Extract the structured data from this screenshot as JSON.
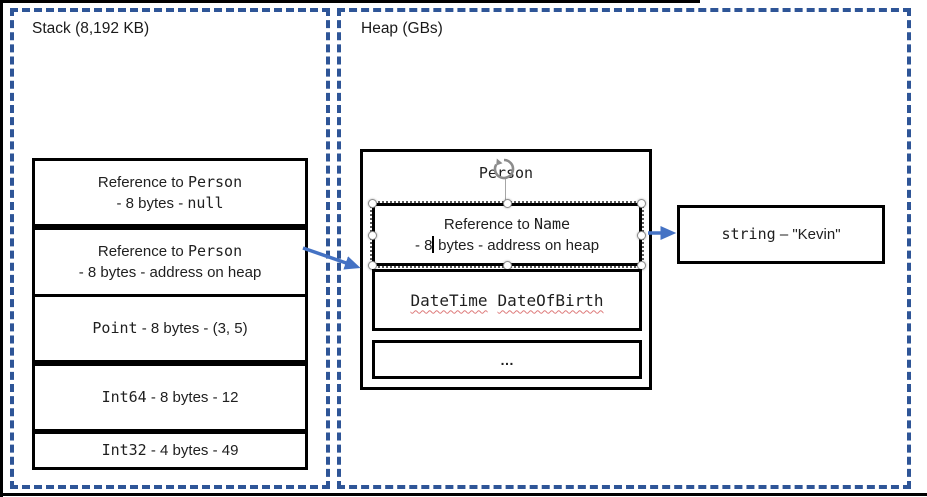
{
  "colors": {
    "dashed_border": "#2e5597",
    "arrow": "#4472c4",
    "box_border": "#000000",
    "squiggle": "#dd7a7a"
  },
  "stack": {
    "title": "Stack (8,192 KB)",
    "boxes": [
      {
        "line1_pre": "Reference to ",
        "line1_code": "Person",
        "line2_pre": "- 8 bytes - ",
        "line2_code": "null"
      },
      {
        "line1_pre": "Reference to ",
        "line1_code": "Person",
        "line2": "- 8 bytes - address on heap"
      },
      {
        "code": "Point",
        "rest": " - 8 bytes - (3, 5)"
      },
      {
        "code": "Int64",
        "rest": " - 8 bytes - 12"
      },
      {
        "code": "Int32",
        "rest": " - 4 bytes - 49"
      }
    ]
  },
  "heap": {
    "title": "Heap (GBs)",
    "person": {
      "title": "Person",
      "ref": {
        "line1_pre": "Reference to ",
        "line1_code": "Name",
        "line2_pre": "- 8",
        "line2_post": " bytes - address on heap"
      },
      "dob": {
        "word1": "DateTime",
        "word2": "DateOfBirth"
      },
      "more": "…"
    },
    "string_box": {
      "code": "string",
      "sep": " – ",
      "value": "\"Kevin\""
    }
  }
}
